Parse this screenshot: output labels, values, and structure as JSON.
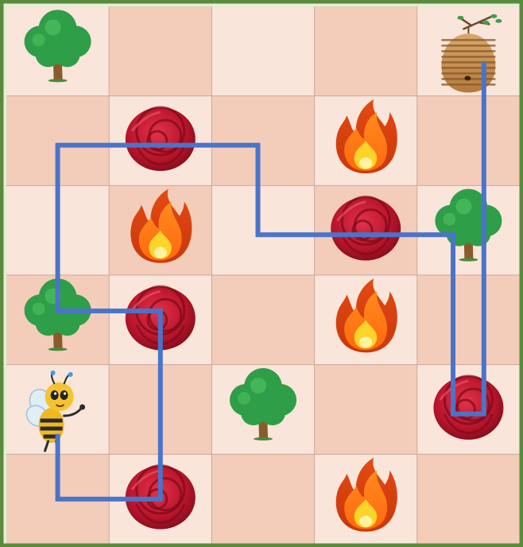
{
  "game": {
    "rows": 6,
    "cols": 5,
    "cell_colors": {
      "light": "#f9e5da",
      "dark": "#f3cdb9",
      "grid_line": "#c9a99a",
      "border": "#5a8a3c"
    },
    "cells": [
      [
        "tree",
        "",
        "",
        "",
        "beehive"
      ],
      [
        "",
        "rose",
        "",
        "fire",
        ""
      ],
      [
        "",
        "fire",
        "",
        "rose",
        "tree"
      ],
      [
        "tree",
        "rose",
        "",
        "fire",
        ""
      ],
      [
        "bee",
        "",
        "tree",
        "",
        "rose"
      ],
      [
        "",
        "rose",
        "",
        "fire",
        ""
      ]
    ],
    "path_color": "#4a74c9",
    "path": [
      [
        0.5,
        4.8
      ],
      [
        0.5,
        5.5
      ],
      [
        1.5,
        5.5
      ],
      [
        1.5,
        3.4
      ],
      [
        0.5,
        3.4
      ],
      [
        0.5,
        1.55
      ],
      [
        2.45,
        1.55
      ],
      [
        2.45,
        2.55
      ],
      [
        4.35,
        2.55
      ],
      [
        4.35,
        4.55
      ],
      [
        4.65,
        4.55
      ],
      [
        4.65,
        0.65
      ]
    ]
  }
}
